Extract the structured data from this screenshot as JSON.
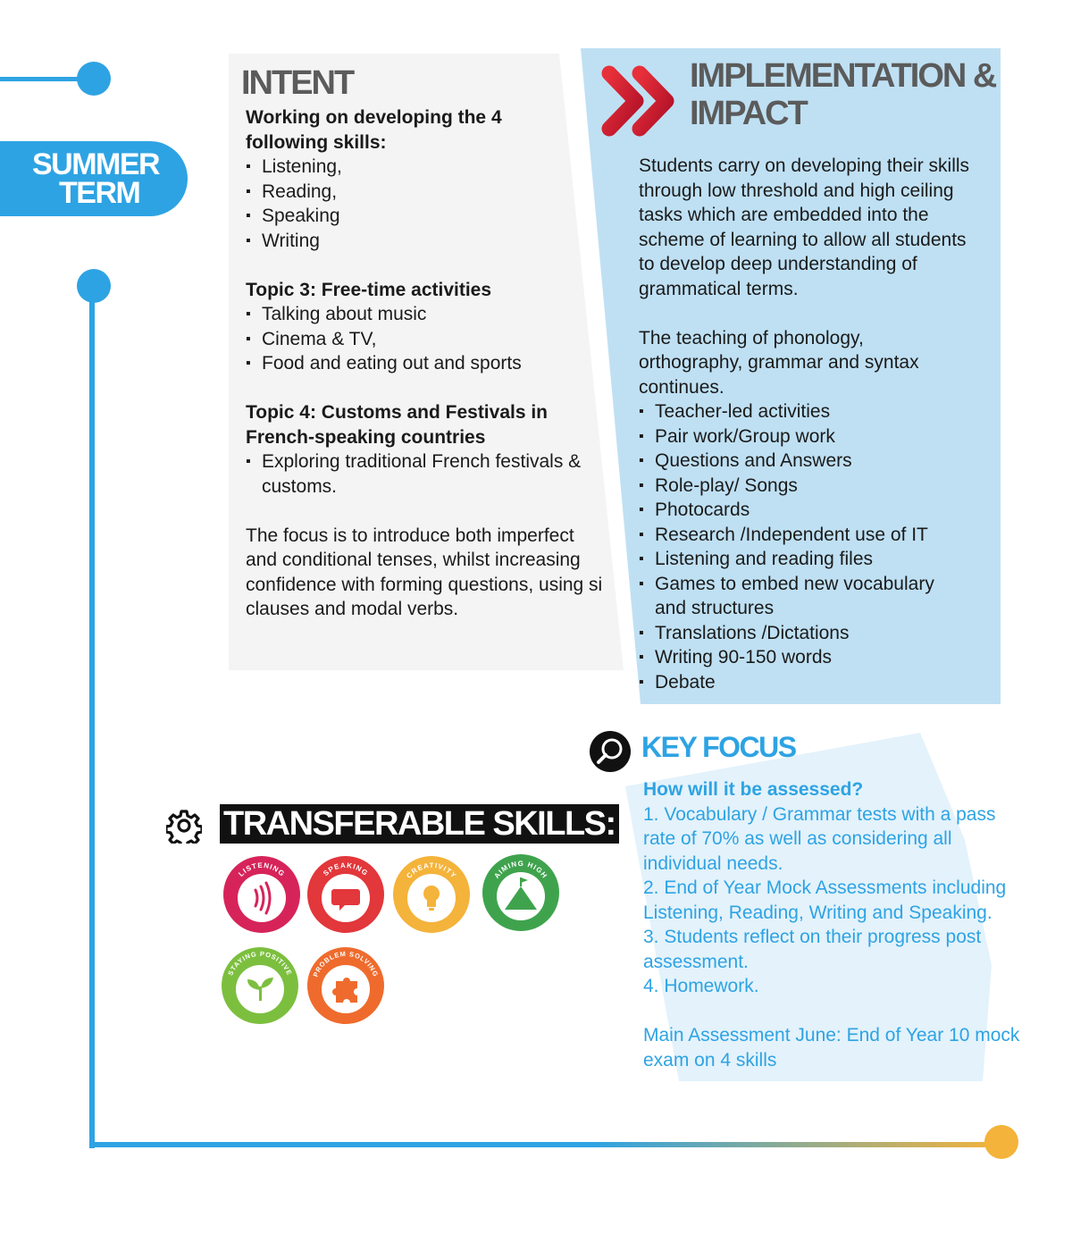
{
  "term": {
    "line1": "SUMMER",
    "line2": "TERM"
  },
  "intent": {
    "title": "INTENT",
    "skills_heading": "Working on developing the 4 following skills:",
    "skills": [
      "Listening,",
      "Reading,",
      "Speaking",
      "Writing"
    ],
    "topic3_heading": "Topic 3: Free-time activities",
    "topic3_items": [
      "Talking about music",
      "Cinema & TV,",
      "Food and eating out and sports"
    ],
    "topic4_heading": "Topic 4: Customs and Festivals in French-speaking countries",
    "topic4_items": [
      "Exploring traditional French festivals & customs."
    ],
    "focus": "The focus is to introduce both imperfect and conditional tenses, whilst increasing confidence with forming questions, using si clauses and modal verbs."
  },
  "implementation": {
    "title_line1": "IMPLEMENTATION &",
    "title_line2": "IMPACT",
    "para1": "Students carry on developing their skills through low threshold and high ceiling tasks which are embedded into the scheme of learning to allow all students to develop deep understanding of grammatical terms.",
    "para2": "The teaching of phonology, orthography, grammar and syntax continues.",
    "items": [
      "Teacher-led activities",
      "Pair work/Group work",
      "Questions and Answers",
      "Role-play/ Songs",
      "Photocards",
      "Research /Independent use of IT",
      "Listening and reading files",
      "Games to embed new vocabulary and structures",
      "Translations /Dictations",
      "Writing 90-150 words",
      "Debate"
    ]
  },
  "key_focus": {
    "title": "KEY FOCUS",
    "question": "How will it be assessed?",
    "points": [
      "1.  Vocabulary / Grammar tests with a pass rate of 70% as well as considering all individual needs.",
      "2. End of Year Mock Assessments including Listening, Reading, Writing and Speaking.",
      "3. Students reflect on their progress post assessment.",
      "4. Homework."
    ],
    "main_assessment": "Main Assessment  June: End of Year 10 mock exam on 4 skills"
  },
  "transferable": {
    "title": "TRANSFERABLE SKILLS:",
    "badges": [
      {
        "label": "LISTENING",
        "color": "#d6245a",
        "icon": "sound-waves-icon"
      },
      {
        "label": "SPEAKING",
        "color": "#e2373b",
        "icon": "speech-bubble-icon"
      },
      {
        "label": "CREATIVITY",
        "color": "#f4b33a",
        "icon": "lightbulb-icon"
      },
      {
        "label": "AIMING HIGH",
        "color": "#3fa34d",
        "icon": "mountain-flag-icon"
      },
      {
        "label": "STAYING POSITIVE",
        "color": "#7cbf3f",
        "icon": "plant-icon"
      },
      {
        "label": "PROBLEM SOLVING",
        "color": "#ef6b2d",
        "icon": "puzzle-icon"
      }
    ]
  }
}
